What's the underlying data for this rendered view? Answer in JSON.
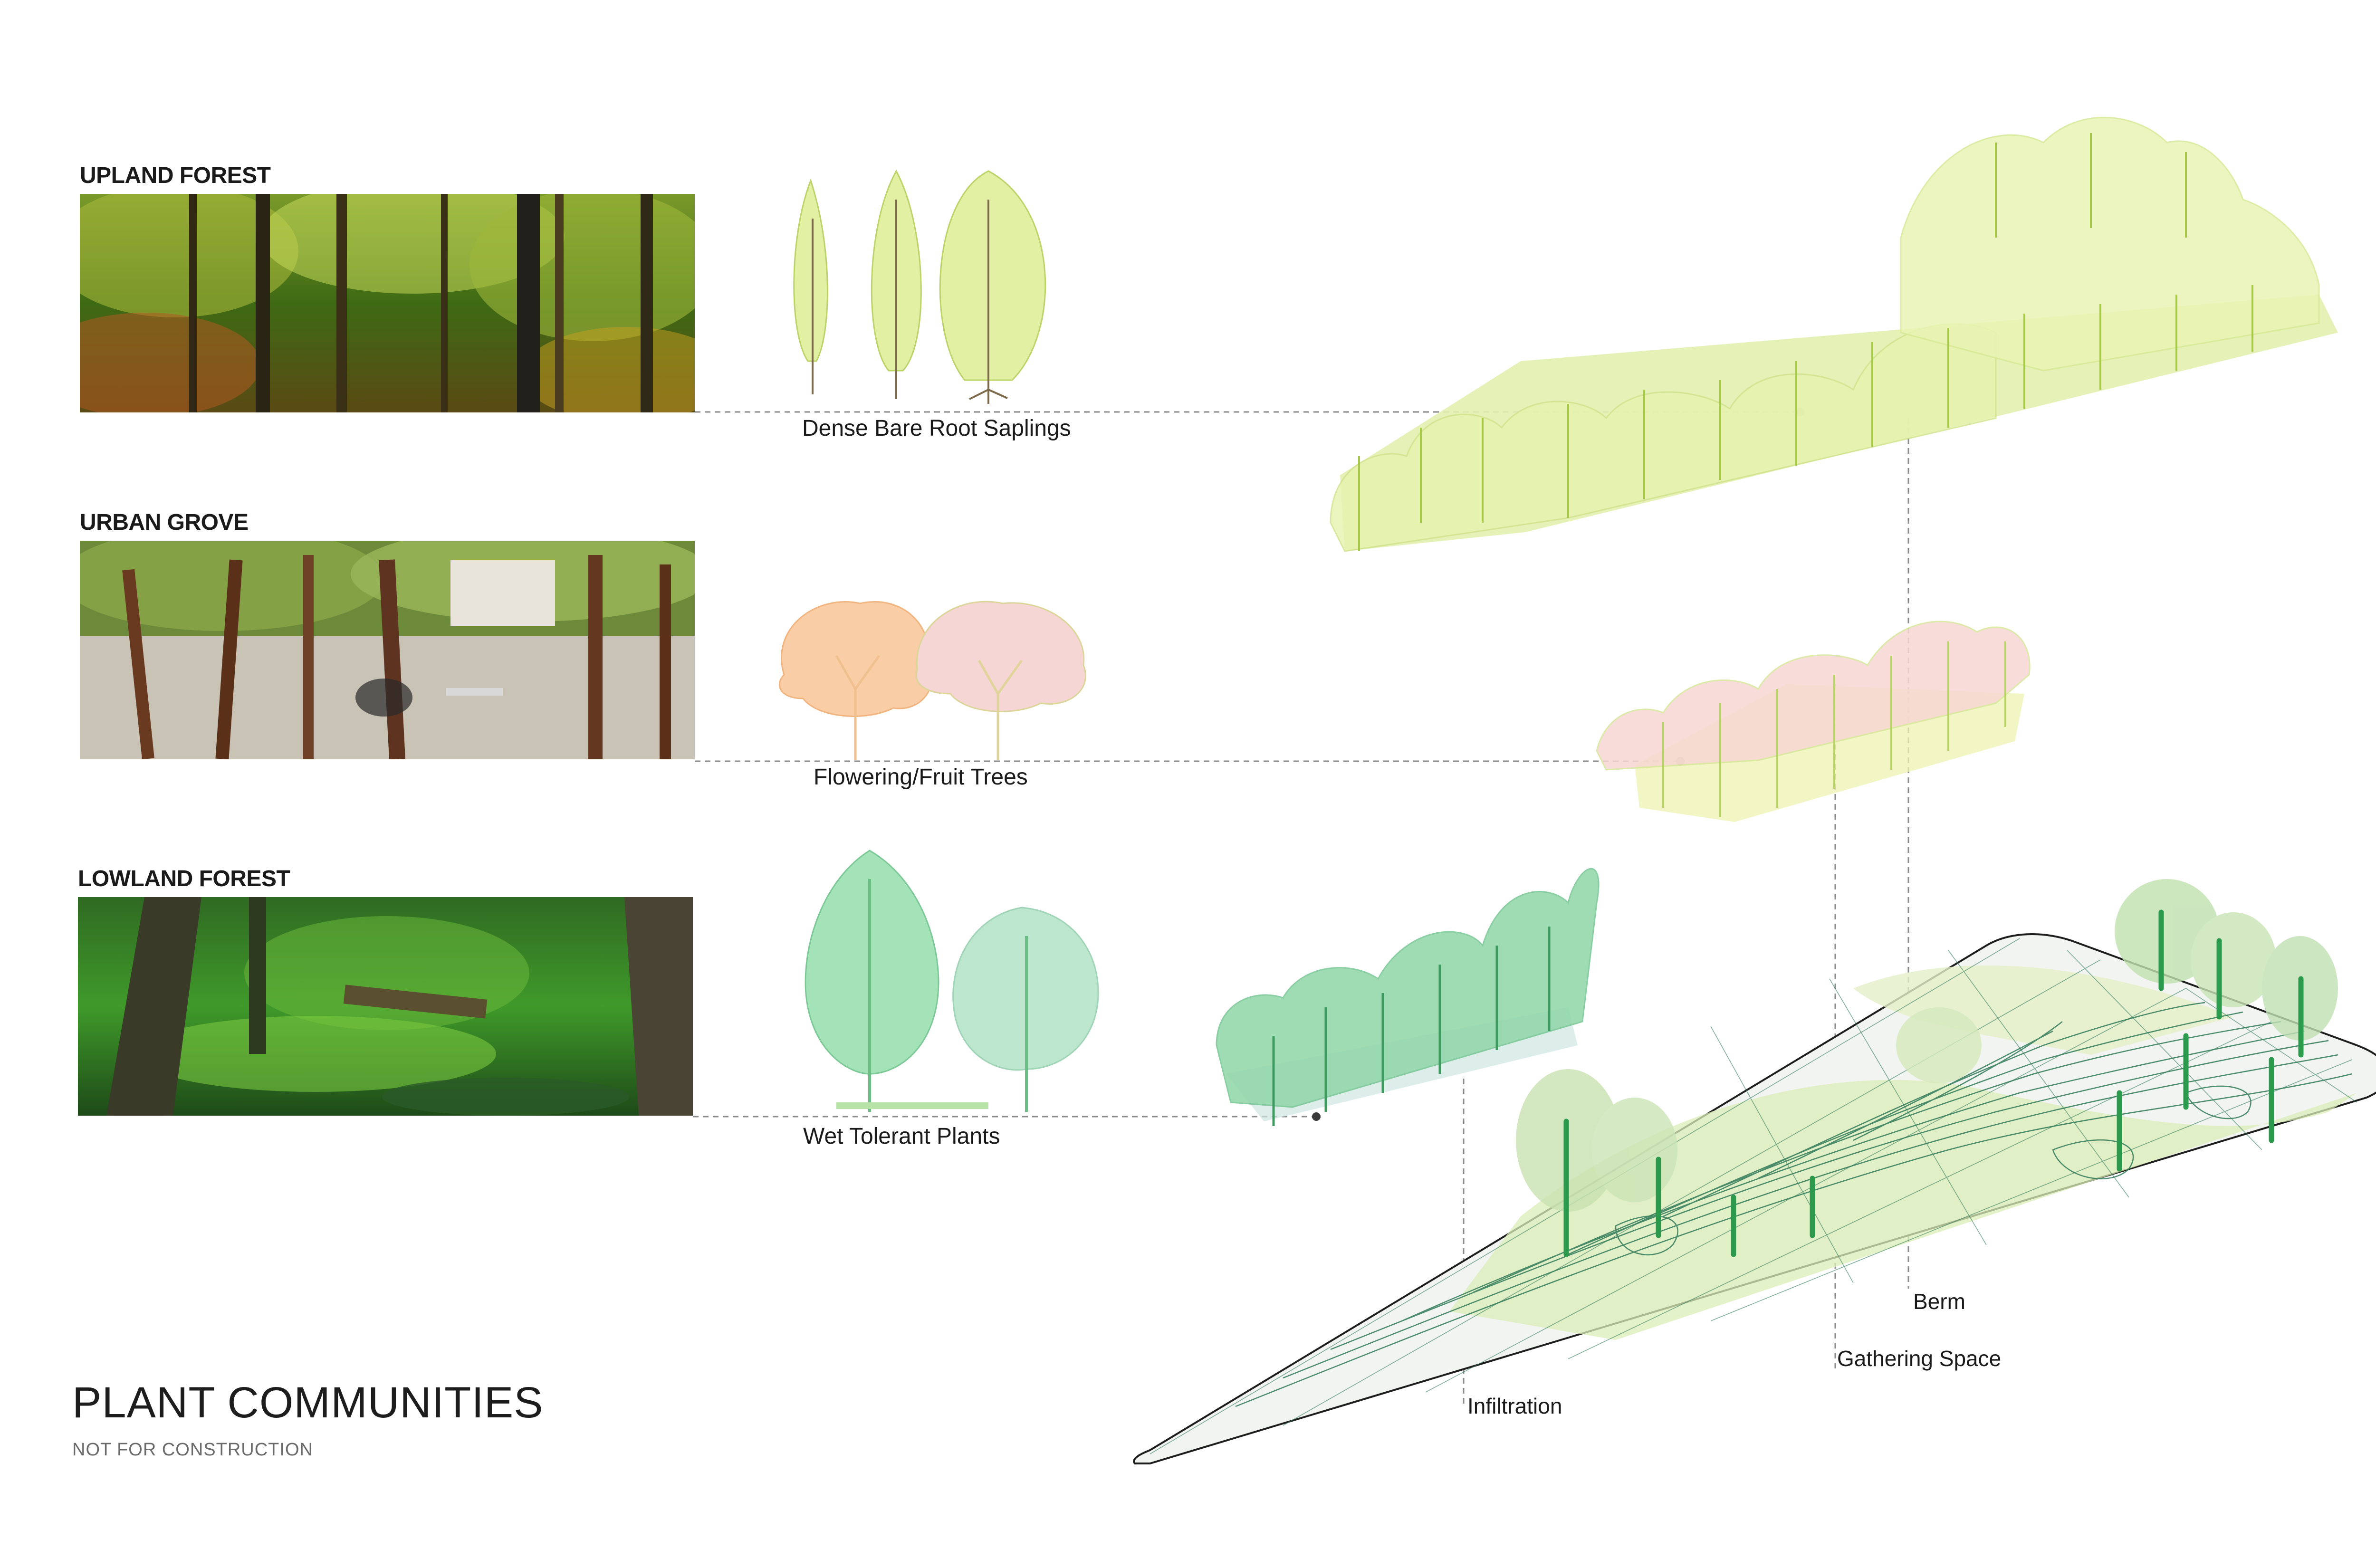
{
  "communities": [
    {
      "heading": "UPLAND FOREST",
      "plant_label": "Dense Bare Root Saplings",
      "photo": "upland forest photo"
    },
    {
      "heading": "URBAN GROVE",
      "plant_label": "Flowering/Fruit Trees",
      "photo": "urban grove photo"
    },
    {
      "heading": "LOWLAND FOREST",
      "plant_label": "Wet Tolerant Plants",
      "photo": "lowland forest photo"
    }
  ],
  "callouts": {
    "berm": "Berm",
    "gathering": "Gathering Space",
    "infiltration": "Infiltration"
  },
  "title": "PLANT COMMUNITIES",
  "subtitle": "NOT FOR CONSTRUCTION",
  "colors": {
    "upland": "#dbec9a",
    "urban_peach": "#f8c9a4",
    "urban_pink": "#f6d3d0",
    "lowland": "#8fd6a8",
    "leader": "#8a8a8a",
    "contour": "#2f7a59"
  }
}
